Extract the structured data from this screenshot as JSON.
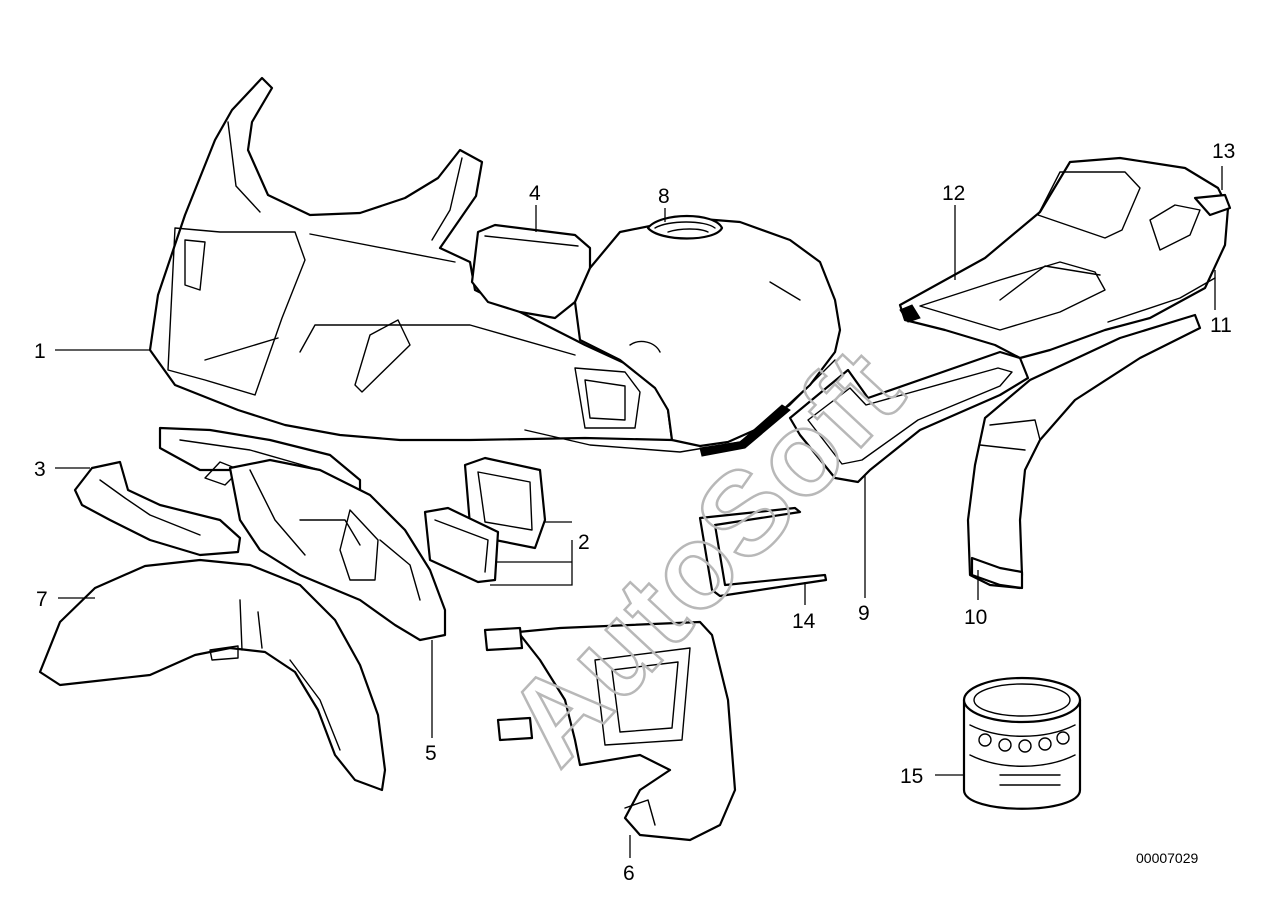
{
  "watermark": "AutoSoft",
  "reference_number": "00007029",
  "callouts": [
    {
      "id": "1",
      "label": "1"
    },
    {
      "id": "2",
      "label": "2"
    },
    {
      "id": "3",
      "label": "3"
    },
    {
      "id": "4",
      "label": "4"
    },
    {
      "id": "5",
      "label": "5"
    },
    {
      "id": "6",
      "label": "6"
    },
    {
      "id": "7",
      "label": "7"
    },
    {
      "id": "8",
      "label": "8"
    },
    {
      "id": "9",
      "label": "9"
    },
    {
      "id": "10",
      "label": "10"
    },
    {
      "id": "11",
      "label": "11"
    },
    {
      "id": "12",
      "label": "12"
    },
    {
      "id": "13",
      "label": "13"
    },
    {
      "id": "14",
      "label": "14"
    },
    {
      "id": "15",
      "label": "15"
    }
  ]
}
